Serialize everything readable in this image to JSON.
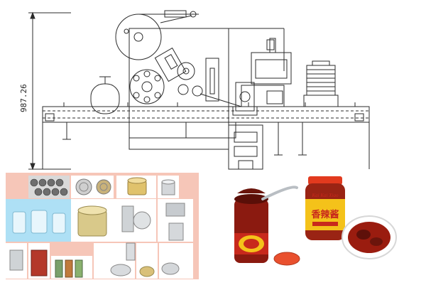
{
  "drawing": {
    "dimension_label": "987.26"
  },
  "product_jar": {
    "brand_text": "Kai Kai Xiao",
    "name_text": "香辣酱"
  },
  "colors": {
    "line": "#2b2b2b",
    "photo_bg": "#f6c6b8",
    "jar_label_yellow": "#f4c21a",
    "jar_label_red": "#c8291c",
    "sauce": "#8b1a10"
  }
}
